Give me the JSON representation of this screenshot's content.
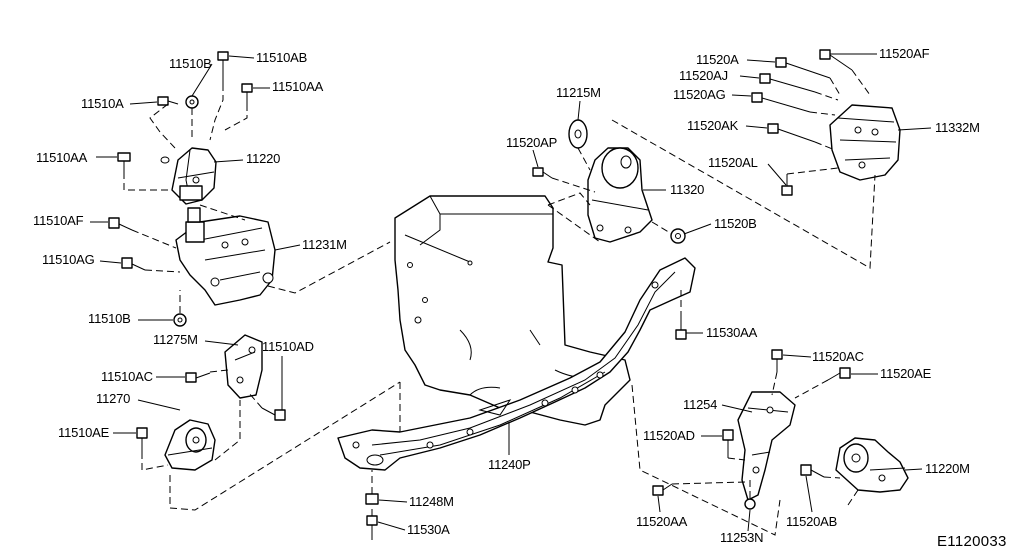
{
  "diagram_code": "E1120033",
  "labels": {
    "p11510B": "11510B",
    "p11510AB": "11510AB",
    "p11510A": "11510A",
    "p11510AA_top": "11510AA",
    "p11510AA_left": "11510AA",
    "p11220": "11220",
    "p11510AF": "11510AF",
    "p11231M": "11231M",
    "p11510AG": "11510AG",
    "p11510B_bottom": "11510B",
    "p11275M": "11275M",
    "p11510AD": "11510AD",
    "p11510AC": "11510AC",
    "p11270": "11270",
    "p11510AE": "11510AE",
    "p11215M": "11215M",
    "p11520AP": "11520AP",
    "p11320": "11320",
    "p11520B": "11520B",
    "p11520A": "11520A",
    "p11520AJ": "11520AJ",
    "p11520AG": "11520AG",
    "p11520AF": "11520AF",
    "p11520AK": "11520AK",
    "p11332M": "11332M",
    "p11520AL": "11520AL",
    "p11530AA": "11530AA",
    "p11520AC": "11520AC",
    "p11520AE": "11520AE",
    "p11254": "11254",
    "p11520AD": "11520AD",
    "p11220M": "11220M",
    "p11240P": "11240P",
    "p11248M": "11248M",
    "p11530A": "11530A",
    "p11520AA": "11520AA",
    "p11253N": "11253N",
    "p11520AB": "11520AB"
  }
}
